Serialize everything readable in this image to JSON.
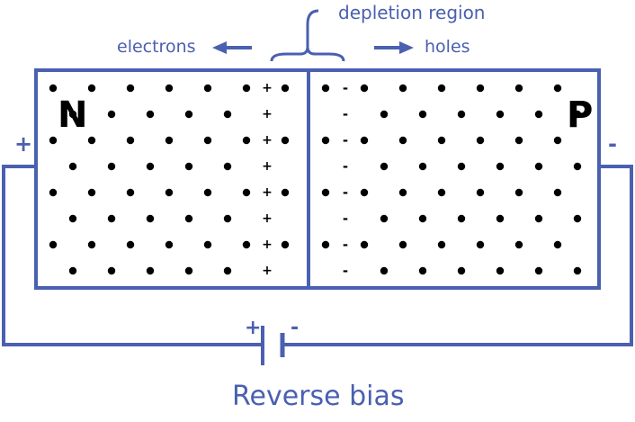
{
  "labels": {
    "depletion_region": "depletion region",
    "electrons": "electrons",
    "holes": "holes",
    "n_region": "N",
    "p_region": "P",
    "left_terminal": "+",
    "right_terminal": "-",
    "battery_positive": "+",
    "battery_negative": "-",
    "caption": "Reverse bias"
  },
  "symbols": {
    "donor_ion": "+",
    "acceptor_ion": "-"
  },
  "colors": {
    "wire": "#4a60b0",
    "text": "#4a60b0",
    "electron_ring": "#2f9a3e",
    "hole_ring": "#d83030",
    "carrier": "#000000"
  }
}
